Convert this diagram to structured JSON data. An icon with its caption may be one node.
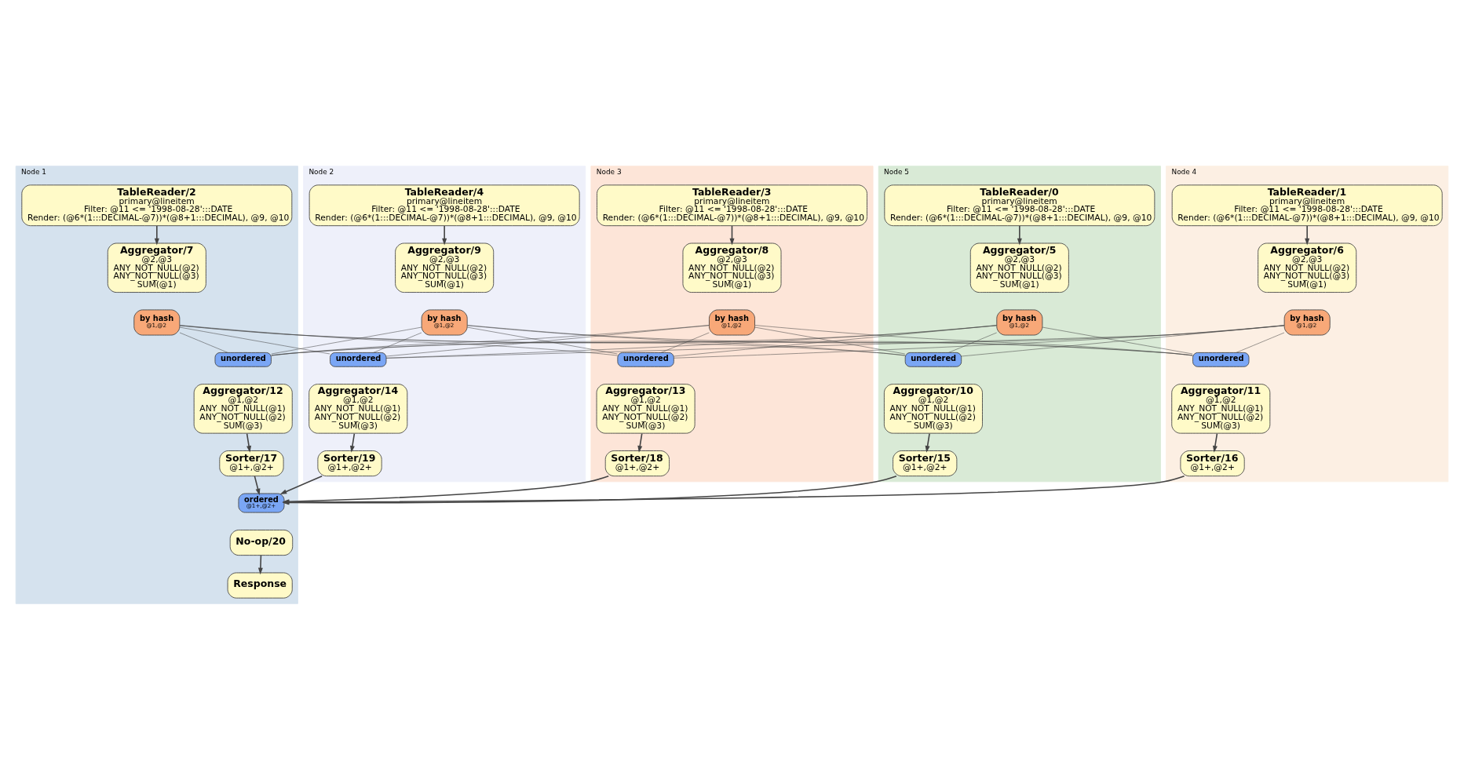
{
  "diagram": {
    "nodes": [
      {
        "text": [
          "Node 2"
        ]
      },
      {
        "text": [
          "TableReader/4",
          "primary@lineitem",
          "Filter: @11 <= '1998-08-28':::DATE",
          "Render: (@6*(1:::DECIMAL-@7))*(@8+1:::DECIMAL), @9, @10"
        ],
        "in": 0
      },
      {
        "text": [
          "Aggregator/9",
          "@2,@3",
          "ANY_NOT_NULL(@2)",
          "ANY_NOT_NULL(@3)",
          "SUM(@1)"
        ],
        "in": 0
      },
      {
        "text": [
          "by hash",
          "@1,@2"
        ],
        "in": 0
      },
      {
        "text": [
          "unordered"
        ],
        "in": 0
      },
      {
        "text": [
          "Aggregator/14",
          "@1,@2",
          "ANY_NOT_NULL(@1)",
          "ANY_NOT_NULL(@2)",
          "SUM(@3)"
        ],
        "in": 0
      },
      {
        "text": [
          "Sorter/19",
          "@1+,@2+"
        ],
        "in": 0
      },
      {
        "text": [
          "Node 3"
        ]
      },
      {
        "text": [
          "TableReader/3",
          "primary@lineitem",
          "Filter: @11 <= '1998-08-28':::DATE",
          "Render: (@6*(1:::DECIMAL-@7))*(@8+1:::DECIMAL), @9, @10"
        ],
        "in": 7
      },
      {
        "text": [
          "Aggregator/8",
          "@2,@3",
          "ANY_NOT_NULL(@2)",
          "ANY_NOT_NULL(@3)",
          "SUM(@1)"
        ],
        "in": 7
      },
      {
        "text": [
          "by hash",
          "@1,@2"
        ],
        "in": 7
      },
      {
        "text": [
          "unordered"
        ],
        "in": 7
      },
      {
        "text": [
          "Aggregator/13",
          "@1,@2",
          "ANY_NOT_NULL(@1)",
          "ANY_NOT_NULL(@2)",
          "SUM(@3)"
        ],
        "in": 7
      },
      {
        "text": [
          "Sorter/18",
          "@1+,@2+"
        ],
        "in": 7
      },
      {
        "text": [
          "Node 5"
        ]
      },
      {
        "text": [
          "TableReader/0",
          "primary@lineitem",
          "Filter: @11 <= '1998-08-28':::DATE",
          "Render: (@6*(1:::DECIMAL-@7))*(@8+1:::DECIMAL), @9, @10"
        ],
        "in": 14
      },
      {
        "text": [
          "Aggregator/5",
          "@2,@3",
          "ANY_NOT_NULL(@2)",
          "ANY_NOT_NULL(@3)",
          "SUM(@1)"
        ],
        "in": 14
      },
      {
        "text": [
          "by hash",
          "@1,@2"
        ],
        "in": 14
      },
      {
        "text": [
          "unordered"
        ],
        "in": 14
      },
      {
        "text": [
          "Aggregator/10",
          "@1,@2",
          "ANY_NOT_NULL(@1)",
          "ANY_NOT_NULL(@2)",
          "SUM(@3)"
        ],
        "in": 14
      },
      {
        "text": [
          "Sorter/15",
          "@1+,@2+"
        ],
        "in": 14
      },
      {
        "text": [
          "Node 4"
        ]
      },
      {
        "text": [
          "TableReader/1",
          "primary@lineitem",
          "Filter: @11 <= '1998-08-28':::DATE",
          "Render: (@6*(1:::DECIMAL-@7))*(@8+1:::DECIMAL), @9, @10"
        ],
        "in": 21
      },
      {
        "text": [
          "Aggregator/6",
          "@2,@3",
          "ANY_NOT_NULL(@2)",
          "ANY_NOT_NULL(@3)",
          "SUM(@1)"
        ],
        "in": 21
      },
      {
        "text": [
          "by hash",
          "@1,@2"
        ],
        "in": 21
      },
      {
        "text": [
          "unordered"
        ],
        "in": 21
      },
      {
        "text": [
          "Aggregator/11",
          "@1,@2",
          "ANY_NOT_NULL(@1)",
          "ANY_NOT_NULL(@2)",
          "SUM(@3)"
        ],
        "in": 21
      },
      {
        "text": [
          "Sorter/16",
          "@1+,@2+"
        ],
        "in": 21
      },
      {
        "text": [
          "Node 1"
        ]
      },
      {
        "text": [
          "TableReader/2",
          "primary@lineitem",
          "Filter: @11 <= '1998-08-28':::DATE",
          "Render: (@6*(1:::DECIMAL-@7))*(@8+1:::DECIMAL), @9, @10"
        ],
        "in": 28
      },
      {
        "text": [
          "Aggregator/7",
          "@2,@3",
          "ANY_NOT_NULL(@2)",
          "ANY_NOT_NULL(@3)",
          "SUM(@1)"
        ],
        "in": 28
      },
      {
        "text": [
          "by hash",
          "@1,@2"
        ],
        "in": 28
      },
      {
        "text": [
          "unordered"
        ],
        "in": 28
      },
      {
        "text": [
          "Aggregator/12",
          "@1,@2",
          "ANY_NOT_NULL(@1)",
          "ANY_NOT_NULL(@2)",
          "SUM(@3)"
        ],
        "in": 28
      },
      {
        "text": [
          "Sorter/17",
          "@1+,@2+"
        ],
        "in": 28
      },
      {
        "text": [
          "ordered",
          "@1+,@2+"
        ],
        "in": 28
      },
      {
        "text": [
          "No-op/20"
        ],
        "in": 28
      },
      {
        "text": [
          "Response"
        ],
        "in": 28
      }
    ],
    "edges": [
      {
        "from": 1,
        "to": 2,
        "arrow": "to"
      },
      {
        "from": 8,
        "to": 9,
        "arrow": "to"
      },
      {
        "from": 15,
        "to": 16,
        "arrow": "to"
      },
      {
        "from": 22,
        "to": 23,
        "arrow": "to"
      },
      {
        "from": 29,
        "to": 30,
        "arrow": "to"
      },
      {
        "from": 3,
        "to": 4,
        "arrow": "none"
      },
      {
        "from": 3,
        "to": 11,
        "arrow": "none"
      },
      {
        "from": 3,
        "to": 18,
        "arrow": "none"
      },
      {
        "from": 3,
        "to": 25,
        "arrow": "none"
      },
      {
        "from": 3,
        "to": 32,
        "arrow": "none"
      },
      {
        "from": 10,
        "to": 4,
        "arrow": "none"
      },
      {
        "from": 10,
        "to": 11,
        "arrow": "none"
      },
      {
        "from": 10,
        "to": 18,
        "arrow": "none"
      },
      {
        "from": 10,
        "to": 25,
        "arrow": "none"
      },
      {
        "from": 10,
        "to": 32,
        "arrow": "none"
      },
      {
        "from": 17,
        "to": 4,
        "arrow": "none"
      },
      {
        "from": 17,
        "to": 11,
        "arrow": "none"
      },
      {
        "from": 17,
        "to": 18,
        "arrow": "none"
      },
      {
        "from": 17,
        "to": 25,
        "arrow": "none"
      },
      {
        "from": 17,
        "to": 32,
        "arrow": "none"
      },
      {
        "from": 24,
        "to": 4,
        "arrow": "none"
      },
      {
        "from": 24,
        "to": 11,
        "arrow": "none"
      },
      {
        "from": 24,
        "to": 18,
        "arrow": "none"
      },
      {
        "from": 24,
        "to": 25,
        "arrow": "none"
      },
      {
        "from": 24,
        "to": 32,
        "arrow": "none"
      },
      {
        "from": 31,
        "to": 4,
        "arrow": "none"
      },
      {
        "from": 31,
        "to": 11,
        "arrow": "none"
      },
      {
        "from": 31,
        "to": 18,
        "arrow": "none"
      },
      {
        "from": 31,
        "to": 25,
        "arrow": "none"
      },
      {
        "from": 31,
        "to": 32,
        "arrow": "none"
      },
      {
        "from": 5,
        "to": 6,
        "arrow": "to"
      },
      {
        "from": 12,
        "to": 13,
        "arrow": "to"
      },
      {
        "from": 19,
        "to": 20,
        "arrow": "to"
      },
      {
        "from": 26,
        "to": 27,
        "arrow": "to"
      },
      {
        "from": 33,
        "to": 34,
        "arrow": "to"
      },
      {
        "from": 6,
        "to": 35,
        "arrow": "to"
      },
      {
        "from": 13,
        "to": 35,
        "arrow": "to"
      },
      {
        "from": 34,
        "to": 35,
        "arrow": "to"
      },
      {
        "from": 20,
        "to": 35,
        "arrow": "to"
      },
      {
        "from": 27,
        "to": 35,
        "arrow": "to"
      },
      {
        "from": 36,
        "to": 37,
        "arrow": "to"
      }
    ]
  }
}
